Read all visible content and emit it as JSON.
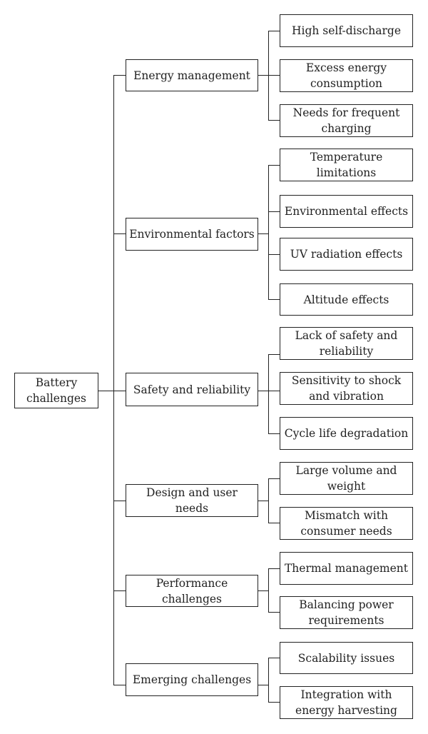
{
  "diagram": {
    "root": "Battery challenges",
    "categories": [
      {
        "label": "Energy management",
        "items": [
          "High self-discharge",
          "Excess energy consumption",
          "Needs for frequent charging"
        ]
      },
      {
        "label": "Environmental factors",
        "items": [
          "Temperature limitations",
          "Environmental effects",
          "UV radiation effects",
          "Altitude effects"
        ]
      },
      {
        "label": "Safety and reliability",
        "items": [
          "Lack of safety and reliability",
          "Sensitivity to shock and vibration",
          "Cycle life degradation"
        ]
      },
      {
        "label": "Design and user needs",
        "items": [
          "Large volume and weight",
          "Mismatch with consumer needs"
        ]
      },
      {
        "label": "Performance challenges",
        "items": [
          "Thermal management",
          "Balancing power requirements"
        ]
      },
      {
        "label": "Emerging challenges",
        "items": [
          "Scalability issues",
          "Integration with energy harvesting"
        ]
      }
    ]
  }
}
